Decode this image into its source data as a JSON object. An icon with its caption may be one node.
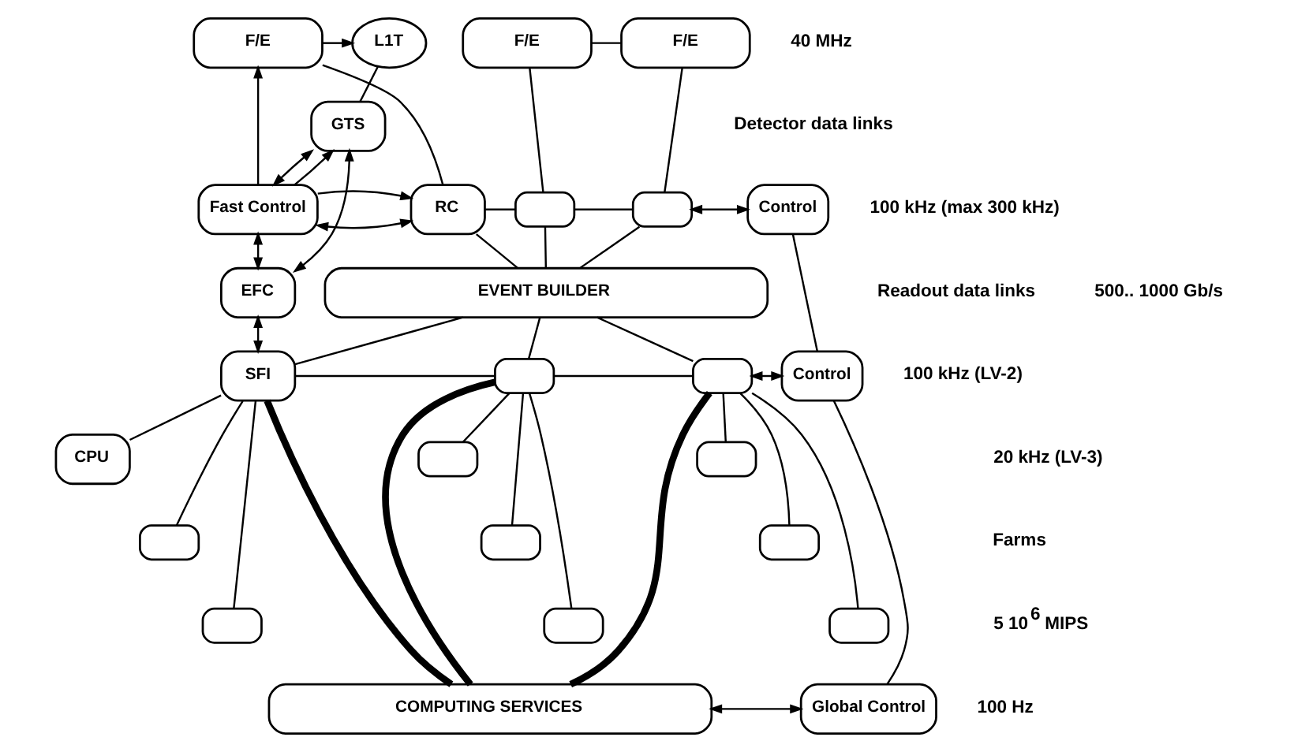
{
  "diagram": {
    "nodes": [
      {
        "text": [
          "L1T"
        ]
      },
      {
        "text": [
          "F/E"
        ]
      },
      {
        "text": [
          "F/E"
        ]
      },
      {
        "text": [
          "F/E"
        ]
      },
      {
        "text": [
          "GTS"
        ]
      },
      {
        "text": [
          "Fast Control"
        ]
      },
      {
        "text": [
          "RC"
        ]
      },
      {
        "text": [],
        "shape": "box"
      },
      {
        "text": [],
        "shape": "box"
      },
      {
        "text": [
          "Control"
        ]
      },
      {
        "text": [
          "EVENT BUILDER"
        ]
      },
      {
        "text": [
          "EFC"
        ]
      },
      {
        "text": [
          "SFI"
        ]
      },
      {
        "text": [],
        "shape": "box"
      },
      {
        "text": [],
        "shape": "box"
      },
      {
        "text": [
          "Control"
        ]
      },
      {
        "text": [
          "CPU"
        ]
      },
      {
        "text": [],
        "shape": "box"
      },
      {
        "text": [],
        "shape": "box"
      },
      {
        "text": [],
        "shape": "box"
      },
      {
        "text": [],
        "shape": "box"
      },
      {
        "text": [],
        "shape": "box"
      },
      {
        "text": [],
        "shape": "box"
      },
      {
        "text": [],
        "shape": "box"
      },
      {
        "text": [],
        "shape": "box"
      },
      {
        "text": [
          "COMPUTING SERVICES"
        ]
      },
      {
        "text": [
          "Global Control"
        ]
      }
    ],
    "edges": [
      {
        "from": 1,
        "to": 0,
        "arrow": "to"
      },
      {
        "from": 2,
        "to": 3,
        "arrow": "none"
      },
      {
        "from": 0,
        "to": 4,
        "arrow": "none"
      },
      {
        "from": 5,
        "to": 4,
        "arrow": "to"
      },
      {
        "from": 5,
        "to": 1,
        "arrow": "to"
      },
      {
        "from": 4,
        "to": 5,
        "arrow": "both"
      },
      {
        "from": 4,
        "to": 11,
        "arrow": "both"
      },
      {
        "from": 5,
        "to": 6,
        "arrow": "both"
      },
      {
        "from": 5,
        "to": 6,
        "arrow": "to"
      },
      {
        "from": 5,
        "to": 11,
        "arrow": "both"
      },
      {
        "from": 1,
        "to": 6,
        "arrow": "none"
      },
      {
        "from": 2,
        "to": 7,
        "arrow": "none"
      },
      {
        "from": 3,
        "to": 8,
        "arrow": "none"
      },
      {
        "from": 6,
        "to": 7,
        "arrow": "none"
      },
      {
        "from": 7,
        "to": 8,
        "arrow": "none"
      },
      {
        "from": 8,
        "to": 9,
        "arrow": "both"
      },
      {
        "from": 6,
        "to": 10,
        "arrow": "none"
      },
      {
        "from": 7,
        "to": 10,
        "arrow": "none"
      },
      {
        "from": 8,
        "to": 10,
        "arrow": "none"
      },
      {
        "from": 9,
        "to": 15,
        "arrow": "none"
      },
      {
        "from": 10,
        "to": 12,
        "arrow": "none"
      },
      {
        "from": 10,
        "to": 13,
        "arrow": "none"
      },
      {
        "from": 10,
        "to": 14,
        "arrow": "none"
      },
      {
        "from": 11,
        "to": 12,
        "arrow": "both"
      },
      {
        "from": 12,
        "to": 13,
        "arrow": "none"
      },
      {
        "from": 13,
        "to": 14,
        "arrow": "none"
      },
      {
        "from": 14,
        "to": 15,
        "arrow": "both"
      },
      {
        "from": 15,
        "to": 26,
        "arrow": "none"
      },
      {
        "from": 12,
        "to": 16,
        "arrow": "none"
      },
      {
        "from": 12,
        "to": 19,
        "arrow": "none"
      },
      {
        "from": 12,
        "to": 22,
        "arrow": "none"
      },
      {
        "from": 12,
        "to": 25,
        "arrow": "none",
        "style": "thick"
      },
      {
        "from": 13,
        "to": 17,
        "arrow": "none"
      },
      {
        "from": 13,
        "to": 20,
        "arrow": "none"
      },
      {
        "from": 13,
        "to": 23,
        "arrow": "none"
      },
      {
        "from": 13,
        "to": 25,
        "arrow": "none",
        "style": "thick"
      },
      {
        "from": 14,
        "to": 18,
        "arrow": "none"
      },
      {
        "from": 14,
        "to": 21,
        "arrow": "none"
      },
      {
        "from": 14,
        "to": 24,
        "arrow": "none"
      },
      {
        "from": 14,
        "to": 25,
        "arrow": "none",
        "style": "thick"
      },
      {
        "from": 25,
        "to": 26,
        "arrow": "both"
      }
    ],
    "labels": [
      "40 MHz",
      "Detector data links",
      "100 kHz (max 300 kHz)",
      "Readout data links",
      "500.. 1000 Gb/s",
      "100 kHz (LV-2)",
      "20 kHz (LV-3)",
      "Farms",
      "5 10$^{6}$ MIPS",
      "100 Hz"
    ]
  }
}
